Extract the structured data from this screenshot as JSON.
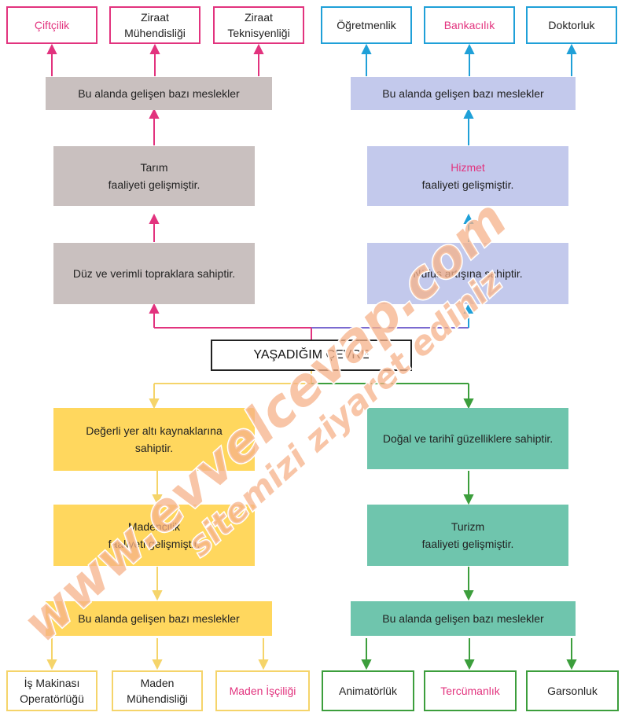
{
  "colors": {
    "gray": "#c9c0bf",
    "blue": "#c3c9ec",
    "yellow": "#ffd75e",
    "green": "#6fc5ad",
    "pink": "#e2337e",
    "cyan": "#1fa0d8",
    "dark_green": "#3c9e3c",
    "light_yellow": "#f5d46a",
    "watermark": "#f5b28a"
  },
  "center": "YAŞADIĞIM ÇEVRE",
  "tarim": {
    "cause": "Düz ve verimli topraklara sahiptir.",
    "activity_name": "Tarım",
    "activity_suffix": "faaliyeti gelişmiştir.",
    "jobs_title": "Bu alanda gelişen bazı meslekler",
    "jobs": [
      {
        "lines": [
          "Çiftçilik"
        ]
      },
      {
        "lines": [
          "Ziraat",
          "Mühendisliği"
        ]
      },
      {
        "lines": [
          "Ziraat",
          "Teknisyenliği"
        ]
      }
    ]
  },
  "hizmet": {
    "cause": "Nüfus artışına sahiptir.",
    "activity_name": "Hizmet",
    "activity_suffix": "faaliyeti gelişmiştir.",
    "jobs_title": "Bu alanda gelişen bazı meslekler",
    "jobs": [
      {
        "lines": [
          "Öğretmenlik"
        ]
      },
      {
        "lines": [
          "Bankacılık"
        ]
      },
      {
        "lines": [
          "Doktorluk"
        ]
      }
    ]
  },
  "madencilik": {
    "cause": [
      "Değerli yer altı kaynaklarına",
      "sahiptir."
    ],
    "activity_name": "Madencilik",
    "activity_suffix": "faaliyeti gelişmiştir.",
    "jobs_title": "Bu alanda gelişen bazı meslekler",
    "jobs": [
      {
        "lines": [
          "İş Makinası",
          "Operatörlüğü"
        ]
      },
      {
        "lines": [
          "Maden",
          "Mühendisliği"
        ]
      },
      {
        "lines": [
          "Maden İşçiliği"
        ]
      }
    ]
  },
  "turizm": {
    "cause": "Doğal ve tarihî güzelliklere sahiptir.",
    "activity_name": "Turizm",
    "activity_suffix": "faaliyeti gelişmiştir.",
    "jobs_title": "Bu alanda gelişen bazı meslekler",
    "jobs": [
      {
        "lines": [
          "Animatörlük"
        ]
      },
      {
        "lines": [
          "Tercümanlık"
        ]
      },
      {
        "lines": [
          "Garsonluk"
        ]
      }
    ]
  },
  "watermark": {
    "line1": "www.evvelcevap.com",
    "line2": "sitemizi ziyaret ediniz"
  }
}
